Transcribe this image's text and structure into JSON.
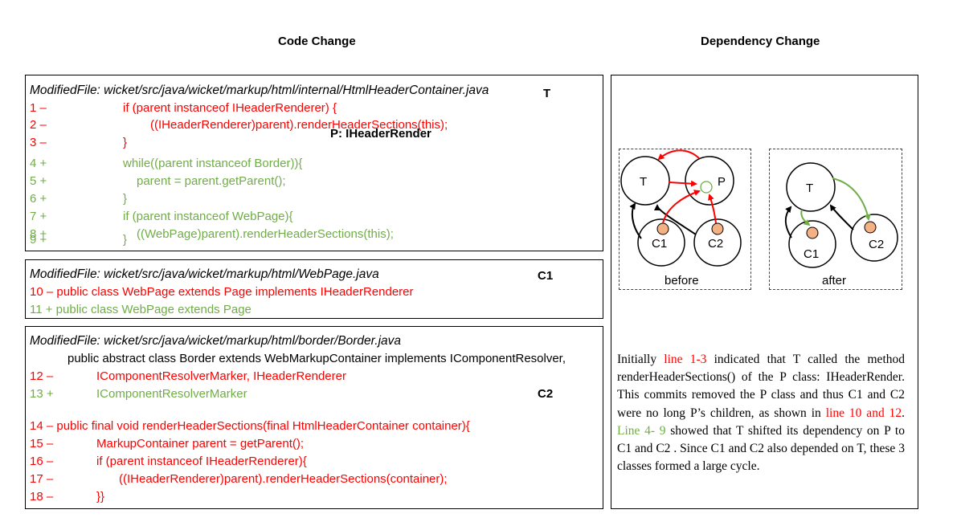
{
  "titles": {
    "left": "Code Change",
    "right": "Dependency Change"
  },
  "files": [
    {
      "path": "ModifiedFile: wicket/src/java/wicket/markup/html/internal/HtmlHeaderContainer.java",
      "tag": "T",
      "extra_tag": "P: IHeaderRender",
      "lines": [
        {
          "num": "1 –",
          "code": "if (parent instanceof IHeaderRenderer) {",
          "kind": "red"
        },
        {
          "num": "2 –",
          "code": "((IHeaderRenderer)parent).renderHeaderSections(this);",
          "kind": "red"
        },
        {
          "num": "3 –",
          "code": "}",
          "kind": "red"
        },
        {
          "num": "4 +",
          "code": "while((parent instanceof Border)){",
          "kind": "green"
        },
        {
          "num": "5 +",
          "code": "parent = parent.getParent();",
          "kind": "green"
        },
        {
          "num": "6 +",
          "code": "}",
          "kind": "green"
        },
        {
          "num": "7 +",
          "code": "if (parent instanceof WebPage){",
          "kind": "green"
        },
        {
          "num": "8 +",
          "code": "((WebPage)parent).renderHeaderSections(this);",
          "kind": "green"
        },
        {
          "num": "9 +",
          "code": "}",
          "kind": "green"
        }
      ]
    },
    {
      "path": "ModifiedFile: wicket/src/java/wicket/markup/html/WebPage.java",
      "tag": "C1",
      "lines": [
        {
          "text": "10 – public class WebPage extends Page implements IHeaderRenderer",
          "kind": "red"
        },
        {
          "text": "11 + public class WebPage extends Page",
          "kind": "green"
        }
      ]
    },
    {
      "path": "ModifiedFile: wicket/src/java/wicket/markup/html/border/Border.java",
      "tag": "C2",
      "lines": [
        {
          "text": "public abstract class Border extends WebMarkupContainer implements IComponentResolver,",
          "kind": "black"
        },
        {
          "num": "12 –",
          "code": "IComponentResolverMarker, IHeaderRenderer",
          "kind": "red"
        },
        {
          "num": "13 +",
          "code": "IComponentResolverMarker",
          "kind": "green"
        },
        {
          "text": "14 – public final void renderHeaderSections(final HtmlHeaderContainer container){",
          "kind": "red"
        },
        {
          "num": "15 –",
          "code": "MarkupContainer parent = getParent();",
          "kind": "red"
        },
        {
          "num": "16 –",
          "code": "if (parent instanceof IHeaderRenderer){",
          "kind": "red"
        },
        {
          "num": "17 –",
          "code": "((IHeaderRenderer)parent).renderHeaderSections(container);",
          "kind": "red"
        },
        {
          "num": "18 –",
          "code": "}}",
          "kind": "red"
        }
      ]
    }
  ],
  "diagram": {
    "before": {
      "label": "before",
      "nodes": [
        "T",
        "P",
        "C1",
        "C2"
      ]
    },
    "after": {
      "label": "after",
      "nodes": [
        "T",
        "C1",
        "C2"
      ]
    }
  },
  "description": {
    "s1": "Initially ",
    "s2": "line 1-3",
    "s3": " indicated that T called the method renderHeaderSections() of the P class: IHeaderRender. This commits removed the P class and thus C1 and C2 were no long P’s children, as shown in ",
    "s4": "line 10 and 12",
    "s5": ". ",
    "s6": "Line 4- 9",
    "s7": " showed that T shifted its dependency on P to C1 and C2 . Since C1 and C2 also depended on T, these 3 classes formed a large cycle."
  },
  "colors": {
    "removed": "#ff0000",
    "added": "#70ad47",
    "node_dot": "#f4b183"
  }
}
